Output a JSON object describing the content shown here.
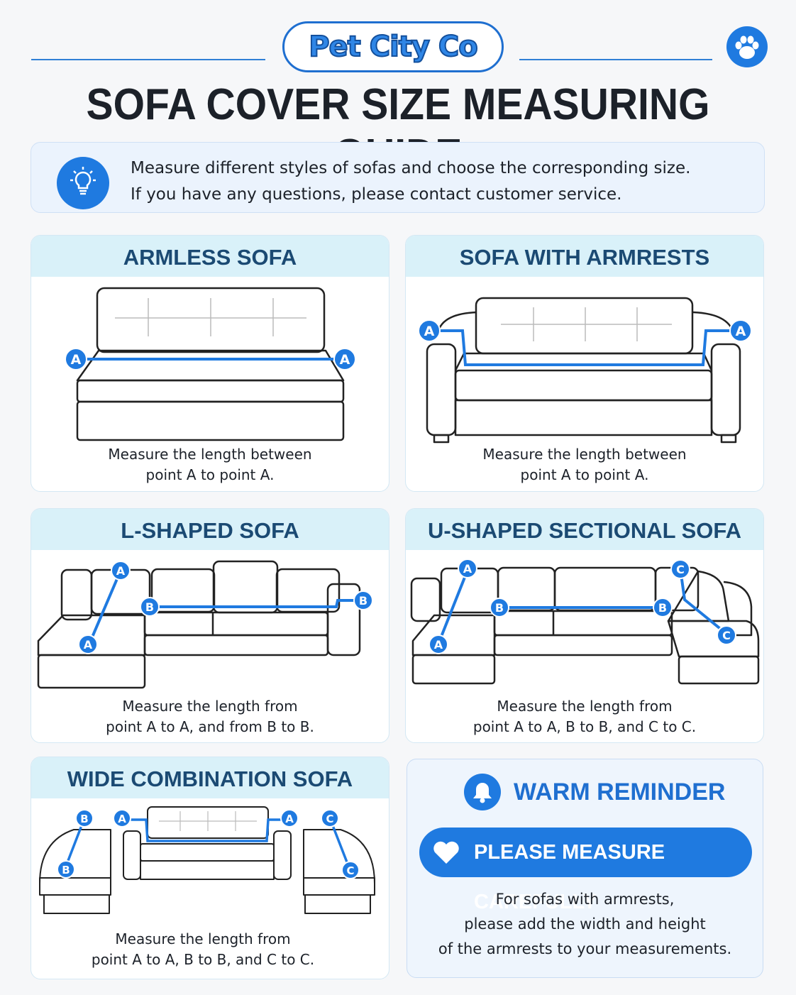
{
  "brand": {
    "logo_text": "Pet City Co",
    "accent": "#1f7ae0",
    "dark_accent": "#1f6fd0",
    "band_color": "#d9f1f9"
  },
  "page": {
    "title": "SOFA COVER SIZE MEASURING GUIDE"
  },
  "intro": {
    "icon": "lightbulb-icon",
    "line1": "Measure different styles of sofas and choose the corresponding size.",
    "line2": "If you have any questions, please contact customer service."
  },
  "cards": [
    {
      "title": "ARMLESS SOFA",
      "caption1": "Measure the length between",
      "caption2": "point A to point A.",
      "markers": [
        "A",
        "A"
      ]
    },
    {
      "title": "SOFA WITH ARMRESTS",
      "caption1": "Measure the length between",
      "caption2": "point A to point A.",
      "markers": [
        "A",
        "A"
      ]
    },
    {
      "title": "L-SHAPED SOFA",
      "caption1": "Measure the length from",
      "caption2": "point A to A, and from B to B.",
      "markers": [
        "A",
        "A",
        "B",
        "B"
      ]
    },
    {
      "title": "U-SHAPED SECTIONAL SOFA",
      "caption1": "Measure the length from",
      "caption2": "point A to A, B to B, and C to C.",
      "markers": [
        "A",
        "A",
        "B",
        "B",
        "C",
        "C"
      ]
    },
    {
      "title": "WIDE COMBINATION SOFA",
      "caption1": "Measure the length from",
      "caption2": "point A to A, B to B, and C to C.",
      "markers": [
        "A",
        "A",
        "B",
        "B",
        "C",
        "C"
      ]
    }
  ],
  "reminder": {
    "title": "WARM REMINDER",
    "icon": "bell-icon",
    "pill_icon": "heart-icon",
    "pill_text": "PLEASE MEASURE CAREFULLY",
    "body1": "For sofas with armrests,",
    "body2": "please add the width and height",
    "body3": "of the armrests to your measurements."
  }
}
